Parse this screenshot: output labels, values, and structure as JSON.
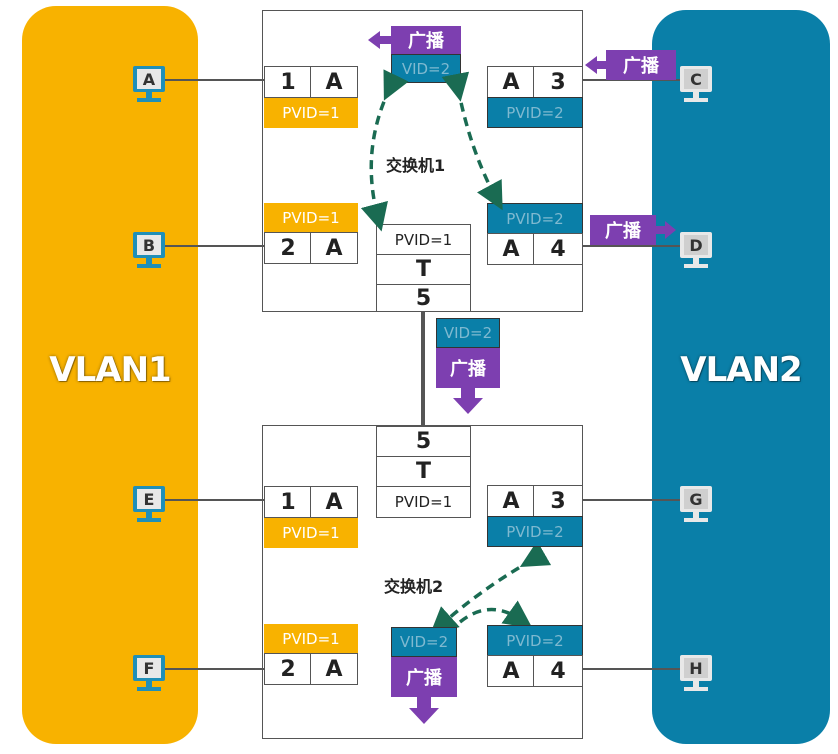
{
  "vlans": [
    {
      "label": "VLAN1",
      "color": "#f8b200"
    },
    {
      "label": "VLAN2",
      "color": "#0a7fa8"
    }
  ],
  "hosts": {
    "A": "A",
    "B": "B",
    "C": "C",
    "D": "D",
    "E": "E",
    "F": "F",
    "G": "G",
    "H": "H"
  },
  "switch1": {
    "label": "交换机1",
    "port1": {
      "num": "1",
      "mac": "A",
      "pvid": "PVID=1"
    },
    "port2": {
      "num": "2",
      "mac": "A",
      "pvid": "PVID=1"
    },
    "port3": {
      "num": "3",
      "mac": "A",
      "pvid": "PVID=2"
    },
    "port4": {
      "num": "4",
      "mac": "A",
      "pvid": "PVID=2"
    },
    "port5": {
      "num": "5",
      "mode": "T",
      "pvid": "PVID=1"
    },
    "vid_box": "VID=2",
    "broadcast_top": "广播",
    "broadcast_c": "广播",
    "broadcast_d": "广播"
  },
  "trunk": {
    "vid": "VID=2",
    "broadcast": "广播"
  },
  "switch2": {
    "label": "交换机2",
    "port1": {
      "num": "1",
      "mac": "A",
      "pvid": "PVID=1"
    },
    "port2": {
      "num": "2",
      "mac": "A",
      "pvid": "PVID=1"
    },
    "port3": {
      "num": "3",
      "mac": "A",
      "pvid": "PVID=2"
    },
    "port4": {
      "num": "4",
      "mac": "A",
      "pvid": "PVID=2"
    },
    "port5": {
      "num": "5",
      "mode": "T",
      "pvid": "PVID=1"
    },
    "vid_box": "VID=2",
    "broadcast_bottom": "广播"
  },
  "colors": {
    "broadcast_tag": "#7d3fb0",
    "arrow": "#1a6b52",
    "host_icon": "#1f8fb8"
  }
}
